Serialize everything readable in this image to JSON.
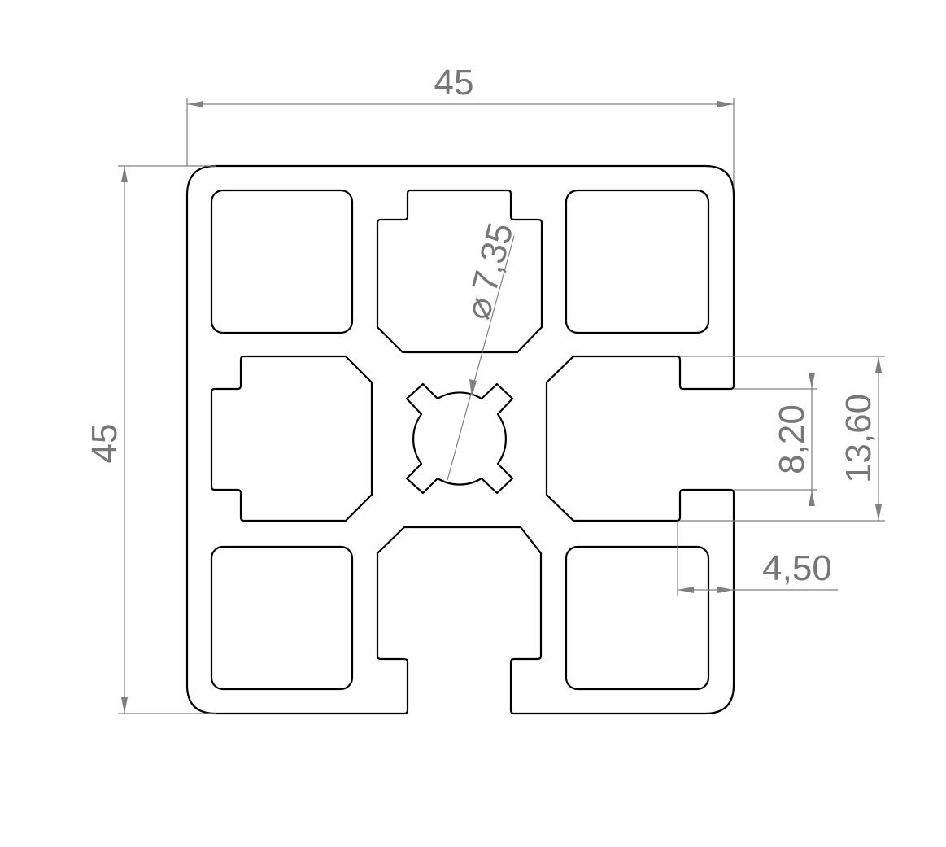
{
  "drawing": {
    "title": "45x45 aluminium profile cross-section",
    "dimensions": {
      "width": "45",
      "height": "45",
      "center_bore_diameter": "7,35",
      "diameter_symbol": "⌀",
      "slot_opening": "8,20",
      "slot_depth_width": "13,60",
      "slot_lip": "4,50"
    },
    "line_color": "#000000",
    "dimension_color": "#808080"
  }
}
